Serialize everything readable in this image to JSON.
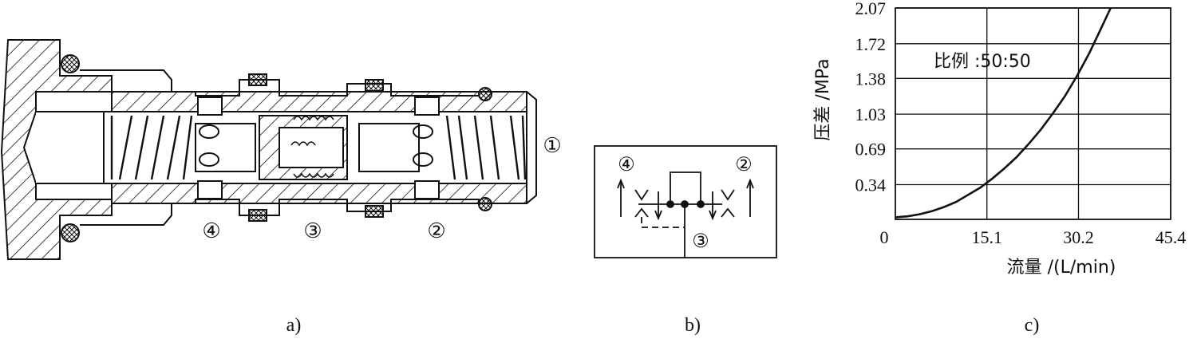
{
  "figure": {
    "panel_labels": [
      "a)",
      "b)",
      "c)"
    ]
  },
  "section_view": {
    "port_labels": [
      "①",
      "④",
      "③",
      "②"
    ]
  },
  "symbol": {
    "port_labels": [
      "④",
      "②",
      "③"
    ]
  },
  "chart_data": {
    "type": "line",
    "title": "比例 :50:50",
    "xlabel": "流量 /(L/min)",
    "ylabel": "压差 /MPa",
    "xlim": [
      0,
      45.4
    ],
    "ylim": [
      0,
      2.07
    ],
    "x_ticks": [
      "0",
      "15.1",
      "30.2",
      "45.4"
    ],
    "y_ticks": [
      "0.34",
      "0.69",
      "1.03",
      "1.38",
      "1.72",
      "2.07"
    ],
    "grid": true,
    "series": [
      {
        "x": [
          0,
          2,
          4,
          6,
          8,
          10,
          12,
          14,
          16,
          18,
          20,
          22,
          24,
          26,
          28,
          30,
          32,
          34,
          35.5
        ],
        "y": [
          0.02,
          0.03,
          0.05,
          0.08,
          0.12,
          0.17,
          0.24,
          0.31,
          0.4,
          0.5,
          0.61,
          0.74,
          0.88,
          1.04,
          1.21,
          1.41,
          1.63,
          1.88,
          2.07
        ]
      }
    ]
  }
}
